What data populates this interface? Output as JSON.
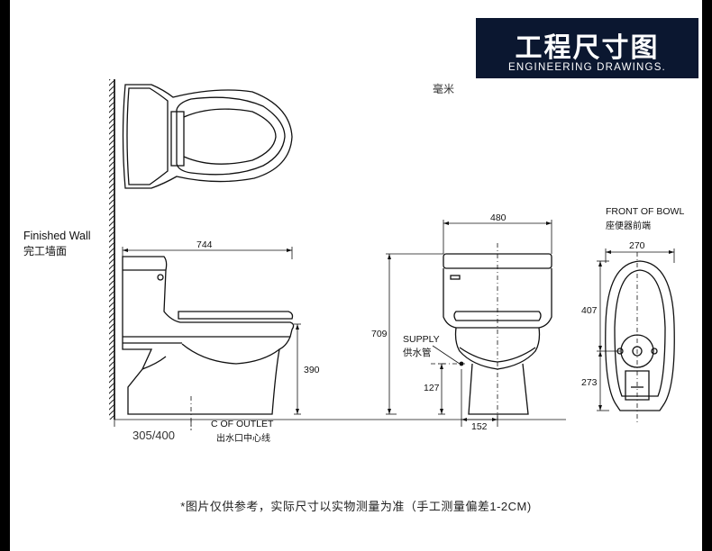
{
  "banner": {
    "title": "工程尺寸图",
    "subtitle": "ENGINEERING DRAWINGS."
  },
  "unit_label": "毫米",
  "labels": {
    "finished_wall_en": "Finished Wall",
    "finished_wall_cn": "完工墙面",
    "outlet_en": "C OF OUTLET",
    "outlet_cn": "出水口中心线",
    "supply_en": "SUPPLY",
    "supply_cn": "供水管",
    "front_of_bowl_en": "FRONT OF BOWL",
    "front_of_bowl_cn": "座便器前端"
  },
  "dimensions": {
    "overall_length": "744",
    "rough_in": "305/400",
    "seat_height": "390",
    "total_height": "709",
    "supply_height": "127",
    "tank_width": "480",
    "supply_offset": "152",
    "bowl_width": "270",
    "bowl_front": "407",
    "bowl_rear": "273"
  },
  "footnote": "*图片仅供参考，实际尺寸以实物测量为准（手工测量偏差1-2CM)"
}
